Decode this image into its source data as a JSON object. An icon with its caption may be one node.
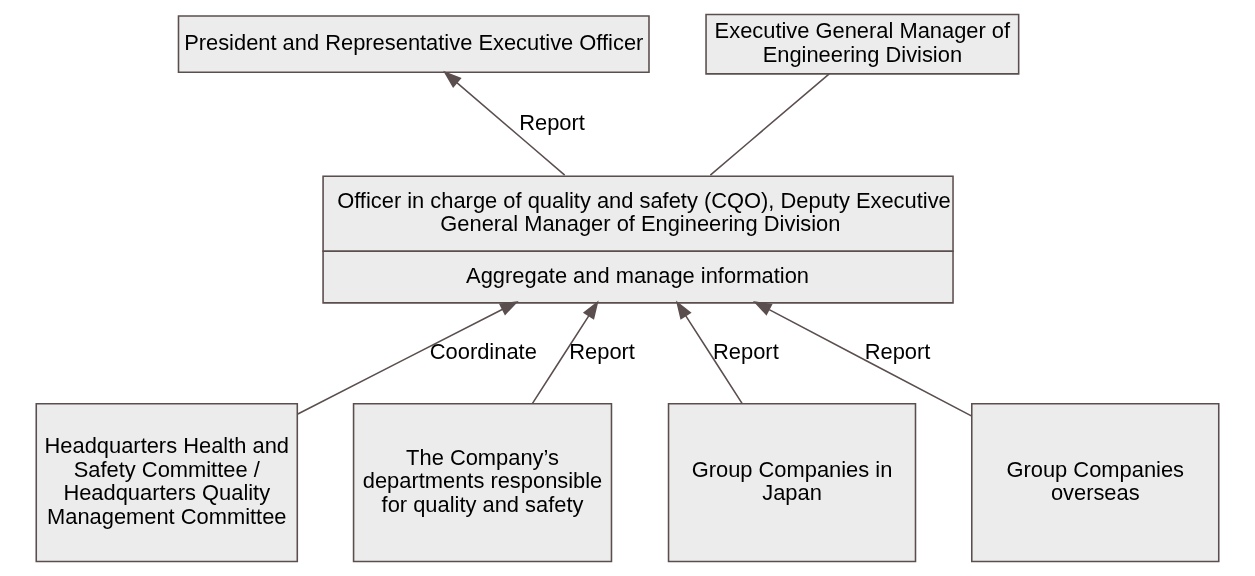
{
  "diagram": {
    "nodes": [
      {
        "text": [
          "President and Representative Executive Officer"
        ]
      },
      {
        "text": [
          "Executive General Manager of Engineering Division"
        ]
      },
      {
        "text": [
          "Officer in charge of quality and safety (CQO), Deputy Executive General Manager of Engineering Division",
          "Aggregate and manage information"
        ]
      },
      {
        "text": [
          "Headquarters Health and Safety Committee / Headquarters Quality Management Committee"
        ]
      },
      {
        "text": [
          "The Company’s departments responsible for quality and safety"
        ]
      },
      {
        "text": [
          "Group Companies in Japan"
        ]
      },
      {
        "text": [
          "Group Companies overseas"
        ]
      }
    ],
    "edges": [
      {
        "from": 2,
        "to": 0,
        "arrow": "to",
        "label": "Report"
      },
      {
        "from": 2,
        "to": 1,
        "arrow": "none"
      },
      {
        "from": 3,
        "to": 2,
        "arrow": "to",
        "label": "Coordinate"
      },
      {
        "from": 4,
        "to": 2,
        "arrow": "to",
        "label": "Report"
      },
      {
        "from": 5,
        "to": 2,
        "arrow": "to",
        "label": "Report"
      },
      {
        "from": 6,
        "to": 2,
        "arrow": "to",
        "label": "Report"
      }
    ]
  }
}
